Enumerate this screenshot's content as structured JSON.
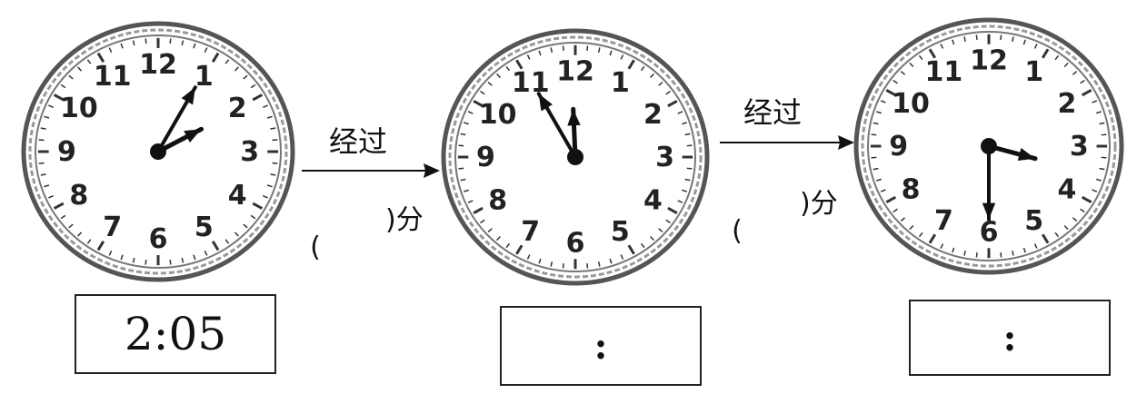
{
  "clocks": [
    {
      "hour": 2,
      "minute": 5,
      "display_time": "2:05"
    },
    {
      "hour": 11,
      "minute": 55,
      "display_time": ":"
    },
    {
      "hour": 3,
      "minute": 30,
      "display_time": ":"
    }
  ],
  "dial_numbers": [
    "12",
    "1",
    "2",
    "3",
    "4",
    "5",
    "6",
    "7",
    "8",
    "9",
    "10",
    "11"
  ],
  "arrows": [
    {
      "label": "经过",
      "open_paren": "(",
      "close_text": ")分"
    },
    {
      "label": "经过",
      "open_paren": "(",
      "close_text": ")分"
    }
  ]
}
